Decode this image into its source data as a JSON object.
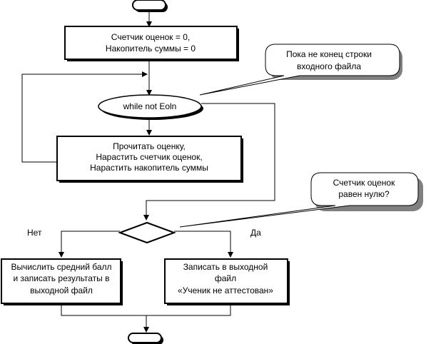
{
  "flowchart": {
    "init_block": {
      "line1": "Счетчик оценок = 0,",
      "line2": "Накопитель суммы = 0"
    },
    "loop_condition": "while not Eoln",
    "loop_body": {
      "line1": "Прочитать оценку,",
      "line2": "Нарастить счетчик оценок,",
      "line3": "Нарастить накопитель суммы"
    },
    "branch_no_label": "Нет",
    "branch_yes_label": "Да",
    "no_block": {
      "line1": "Вычислить средний балл",
      "line2": "и записать результаты в",
      "line3": "выходной файл"
    },
    "yes_block": {
      "line1": "Записать в выходной",
      "line2": "файл",
      "line3": "«Ученик не аттестован»"
    }
  },
  "comments": {
    "loop_comment": {
      "line1": "Пока не конец строки",
      "line2": "входного файла"
    },
    "decision_comment": {
      "line1": "Счетчик оценок",
      "line2": "равен  нулю?"
    }
  }
}
